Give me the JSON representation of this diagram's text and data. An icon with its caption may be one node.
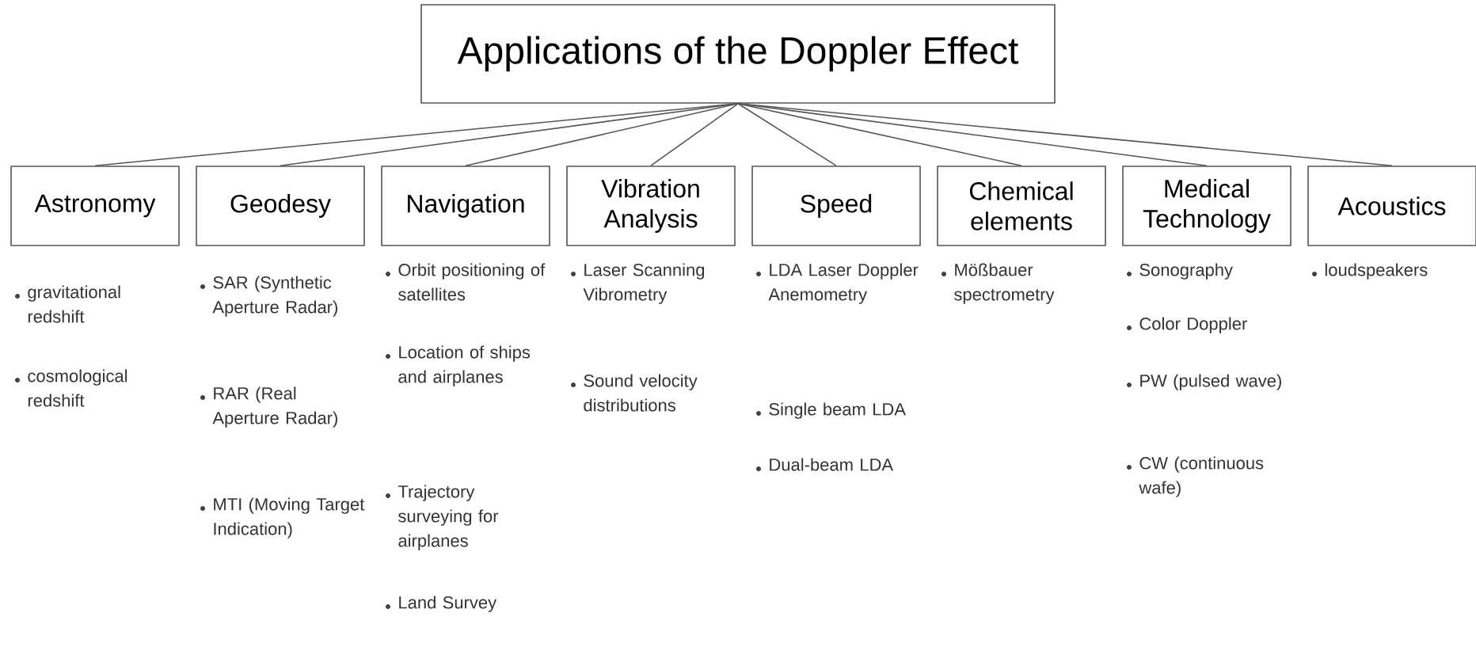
{
  "diagram": {
    "nodes": [
      {
        "text": [
          "Applications of the Doppler Effect"
        ]
      },
      {
        "text": [
          "Astronomy"
        ],
        "beside": [
          "gravitational redshift",
          "cosmological redshift"
        ]
      },
      {
        "text": [
          "Geodesy"
        ],
        "beside": [
          "SAR (Synthetic Aperture Radar)",
          "RAR (Real Aperture Radar)",
          "MTI (Moving Target Indication)"
        ]
      },
      {
        "text": [
          "Navigation"
        ],
        "beside": [
          "Orbit positioning of satellites",
          "Location of ships and airplanes",
          "Trajectory surveying for airplanes",
          "Land Survey"
        ]
      },
      {
        "text": [
          "Vibration Analysis"
        ],
        "beside": [
          "Laser Scanning Vibrometry",
          "Sound velocity distributions"
        ]
      },
      {
        "text": [
          "Speed"
        ],
        "beside": [
          "LDA Laser Doppler Anemometry",
          "Single beam LDA",
          "Dual-beam LDA"
        ]
      },
      {
        "text": [
          "Chemical elements"
        ],
        "beside": [
          "Mößbauer spectrometry"
        ]
      },
      {
        "text": [
          "Medical Technology"
        ],
        "beside": [
          "Sonography",
          "Color Doppler",
          "PW (pulsed wave)",
          "CW (continuous wafe)"
        ]
      },
      {
        "text": [
          "Acoustics"
        ],
        "beside": [
          "loudspeakers"
        ]
      }
    ],
    "edges": [
      {
        "from": 0,
        "to": 1,
        "arrow": "none"
      },
      {
        "from": 0,
        "to": 2,
        "arrow": "none"
      },
      {
        "from": 0,
        "to": 3,
        "arrow": "none"
      },
      {
        "from": 0,
        "to": 4,
        "arrow": "none"
      },
      {
        "from": 0,
        "to": 5,
        "arrow": "none"
      },
      {
        "from": 0,
        "to": 6,
        "arrow": "none"
      },
      {
        "from": 0,
        "to": 7,
        "arrow": "none"
      },
      {
        "from": 0,
        "to": 8,
        "arrow": "none"
      }
    ]
  }
}
